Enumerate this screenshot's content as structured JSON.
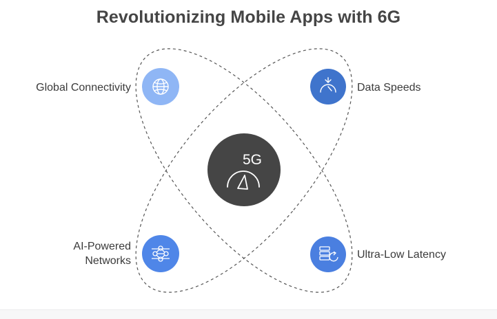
{
  "title": "Revolutionizing Mobile Apps with 6G",
  "center": {
    "label": "5G",
    "icon": "speedometer-icon",
    "color": "#454545"
  },
  "nodes": [
    {
      "label": "Global Connectivity",
      "icon": "globe-icon",
      "color": "#8fb6f5"
    },
    {
      "label": "Data Speeds",
      "icon": "speedometer-icon",
      "color": "#3f74cc"
    },
    {
      "label_line1": "AI-Powered",
      "label_line2": "Networks",
      "icon": "network-icon",
      "color": "#4f86e8"
    },
    {
      "label": "Ultra-Low Latency",
      "icon": "server-refresh-icon",
      "color": "#4a7fe0"
    }
  ]
}
